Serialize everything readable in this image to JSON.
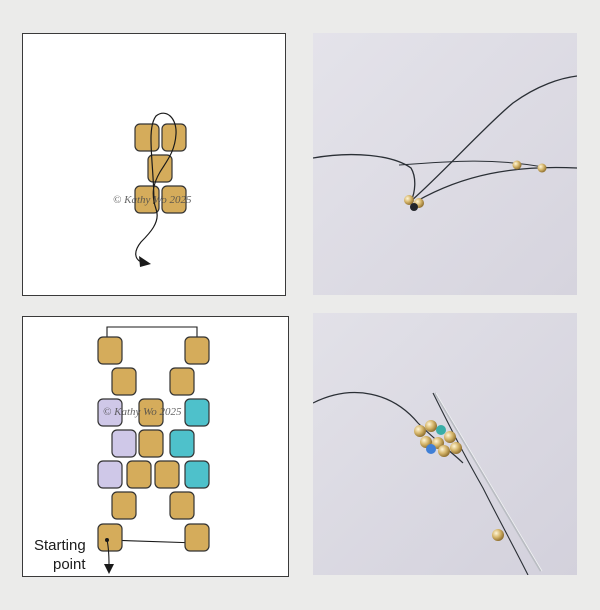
{
  "watermark": "© Kathy Wo 2025",
  "start_label_line1": "Starting",
  "start_label_line2": "point",
  "colors": {
    "gold": "#d5ac5b",
    "lavender": "#cfc8e8",
    "turquoise": "#4ec1cb",
    "outline": "#333333",
    "thread": "#1a1a1a",
    "photo_bg": "#dedce6"
  }
}
